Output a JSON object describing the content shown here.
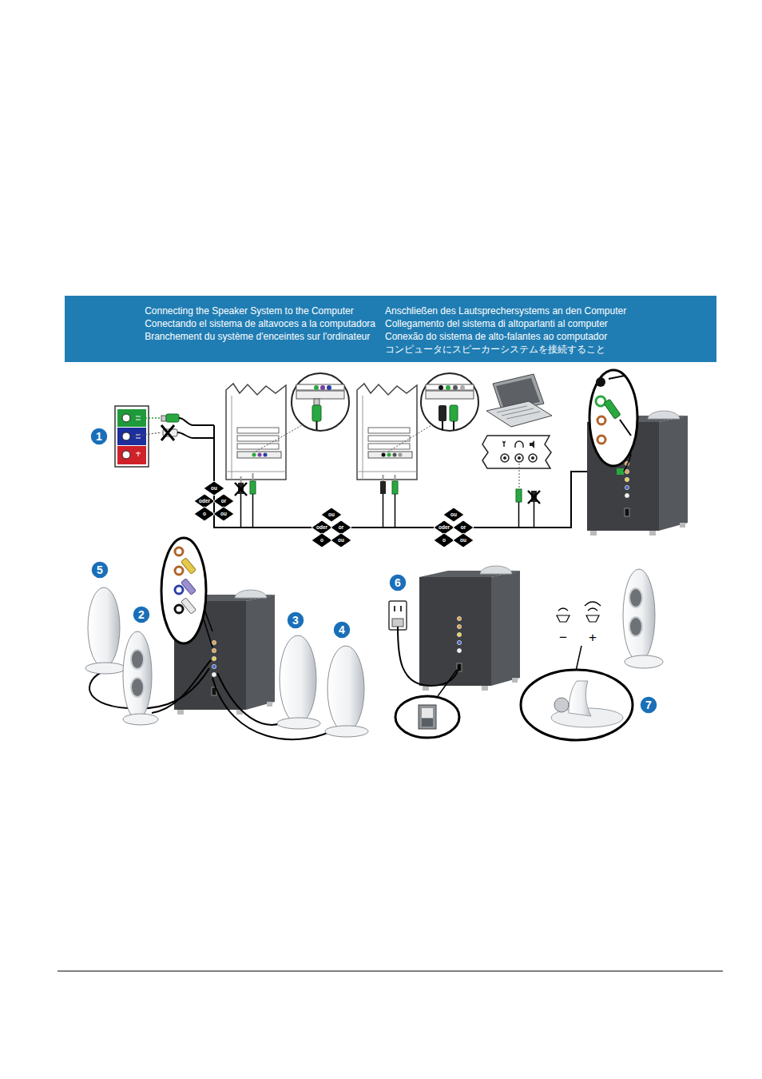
{
  "diagram": {
    "nodes": [
      {
        "text": [
          "Connecting the Speaker System to the Computer",
          "Conectando el sistema de altavoces a la computadora",
          "Branchement du système d'enceintes sur l'ordinateur",
          "Anschließen des Lautsprechersystems an den Computer",
          "Collegamento del sistema di altoparlanti al computer",
          "Conexão do sistema de alto-falantes ao computador",
          "コンピュータにスピーカーシステムを接続すること"
        ]
      },
      {
        "text": [
          "ou"
        ]
      },
      {
        "text": [
          "oder"
        ]
      },
      {
        "text": [
          "or"
        ]
      },
      {
        "text": [
          "o"
        ]
      },
      {
        "text": [
          "ou"
        ]
      },
      {
        "text": [
          "ou"
        ]
      },
      {
        "text": [
          "oder"
        ]
      },
      {
        "text": [
          "or"
        ]
      },
      {
        "text": [
          "o"
        ]
      },
      {
        "text": [
          "ou"
        ]
      },
      {
        "text": [
          "ou"
        ]
      },
      {
        "text": [
          "oder"
        ]
      },
      {
        "text": [
          "or"
        ]
      },
      {
        "text": [
          "o"
        ]
      },
      {
        "text": [
          "ou"
        ]
      }
    ],
    "labels": [
      "1",
      "5",
      "2",
      "3",
      "4",
      "6",
      "−",
      "+",
      "7"
    ]
  }
}
